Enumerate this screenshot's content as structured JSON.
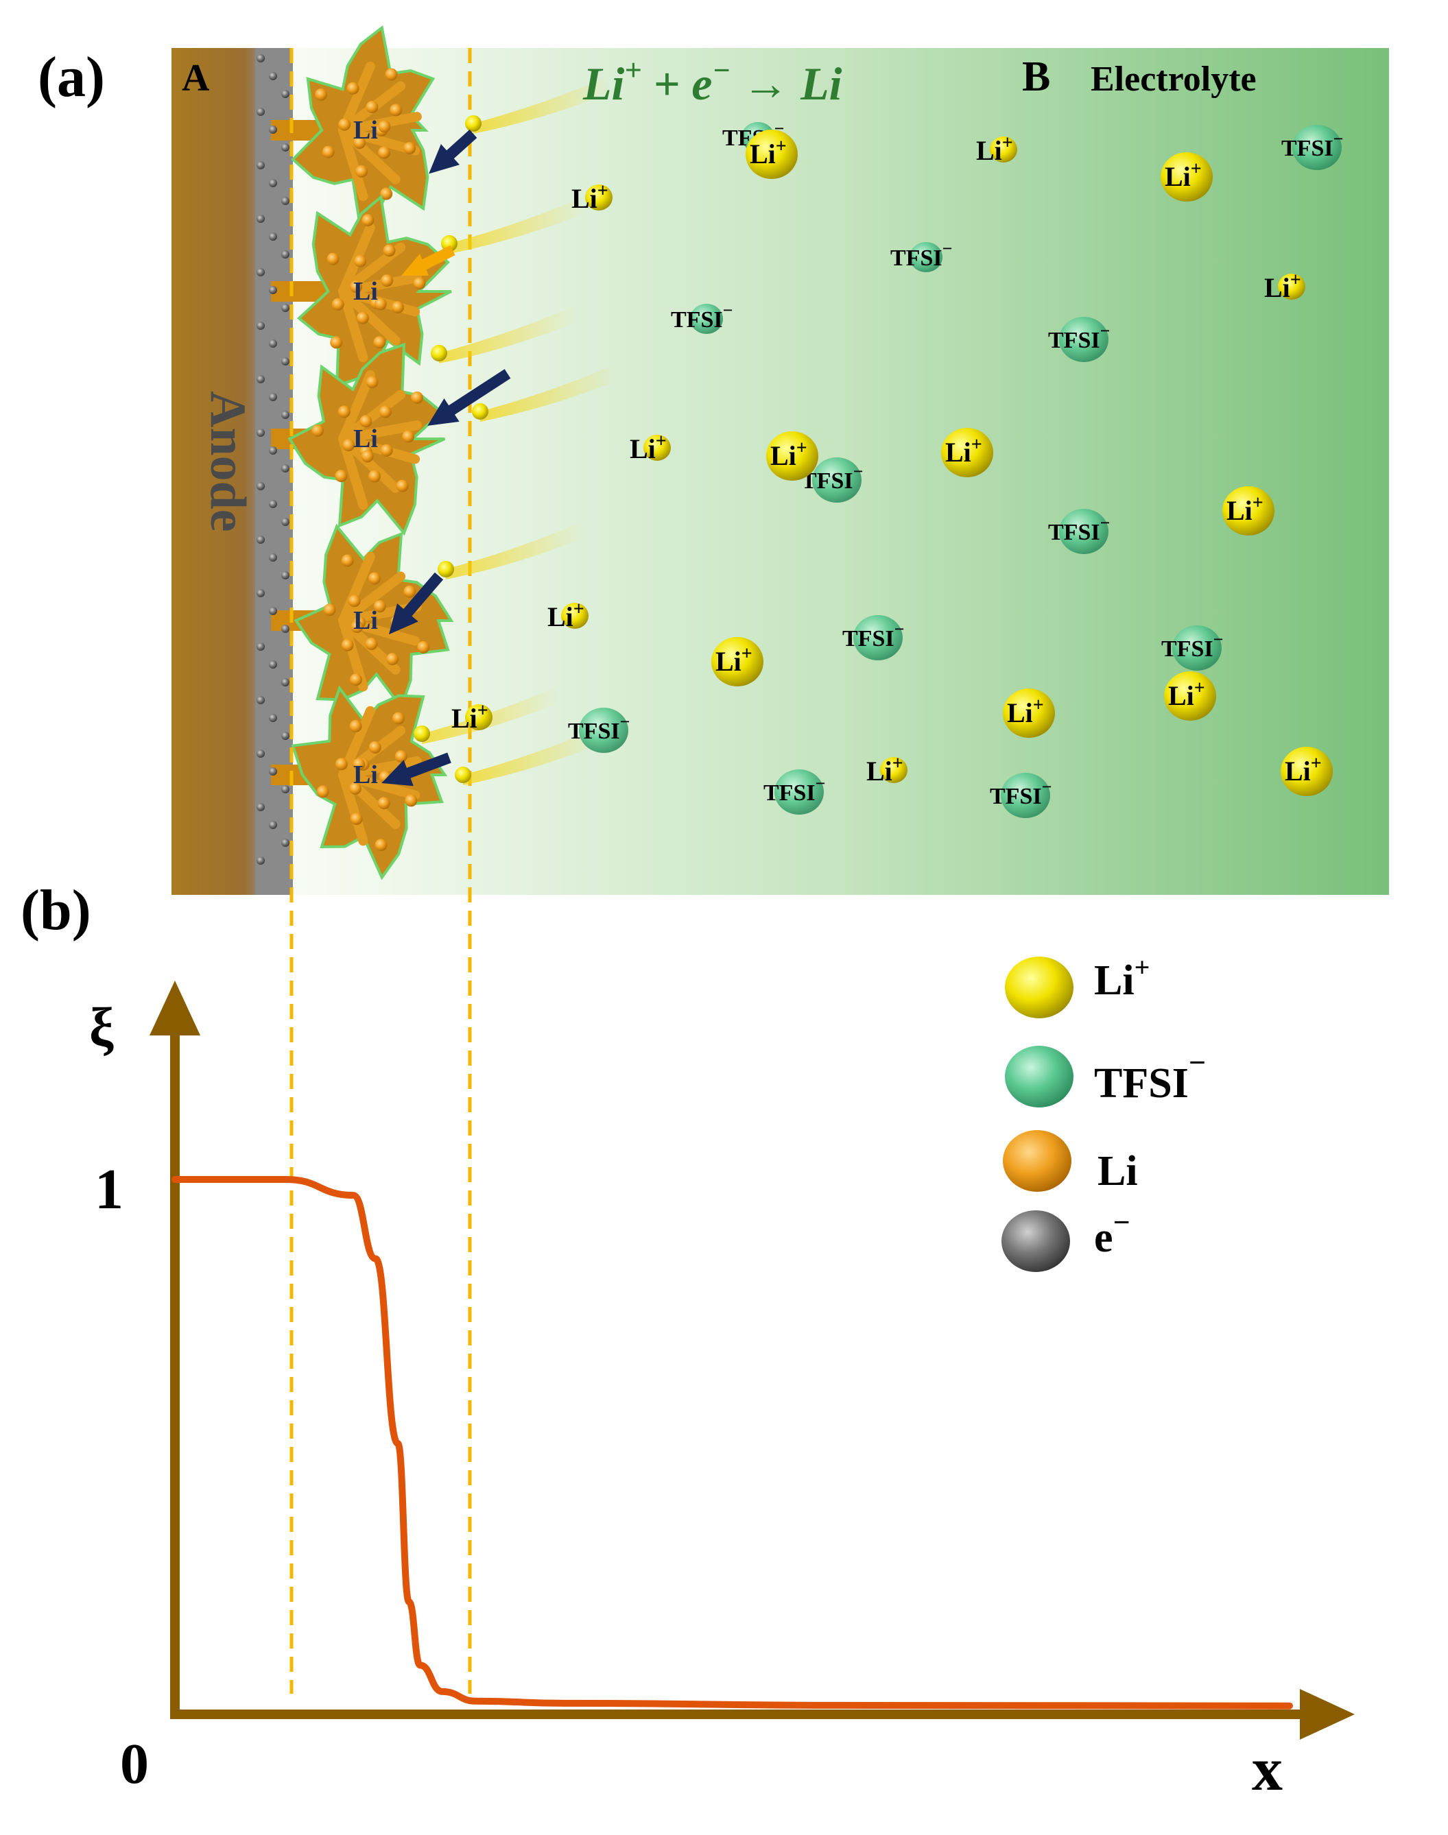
{
  "panels": {
    "a_label": "(a)",
    "b_label": "(b)"
  },
  "regions": {
    "a": "A",
    "b": "B",
    "electrolyte": "Electrolyte",
    "anode": "Anode"
  },
  "reaction": {
    "lhs1": "Li",
    "sup1": "+",
    "mid": " + e",
    "sup2": "−",
    "rhs": " → Li"
  },
  "ions": {
    "li_base": "Li",
    "li_sup": "+",
    "tfsi_base": "TFSI",
    "tfsi_sup": "−",
    "deposit": "Li"
  },
  "legend": {
    "items": [
      {
        "base": "Li",
        "sup": "+",
        "color": "#f4e600"
      },
      {
        "base": "TFSI",
        "sup": "−",
        "color": "#45c98a"
      },
      {
        "base": "Li",
        "sup": "",
        "color": "#f0a020"
      },
      {
        "base": "e",
        "sup": "−",
        "color": "#707070"
      }
    ]
  },
  "chart_data": {
    "type": "line",
    "xlabel": "x",
    "ylabel": "ξ",
    "ytick_top": "1",
    "origin": "0",
    "series": [
      {
        "color": "#e0540a",
        "x": [
          0.0,
          0.1,
          0.16,
          0.18,
          0.2,
          0.21,
          0.22,
          0.24,
          0.27,
          0.35,
          0.6,
          1.0
        ],
        "y": [
          1.0,
          1.0,
          0.97,
          0.85,
          0.5,
          0.2,
          0.08,
          0.03,
          0.012,
          0.008,
          0.004,
          0.003
        ]
      }
    ],
    "accent_colors": {
      "anode": "#a07428",
      "electrolyte": "#7cc07a",
      "guide": "#f5b800",
      "axis": "#8a5c00"
    }
  }
}
